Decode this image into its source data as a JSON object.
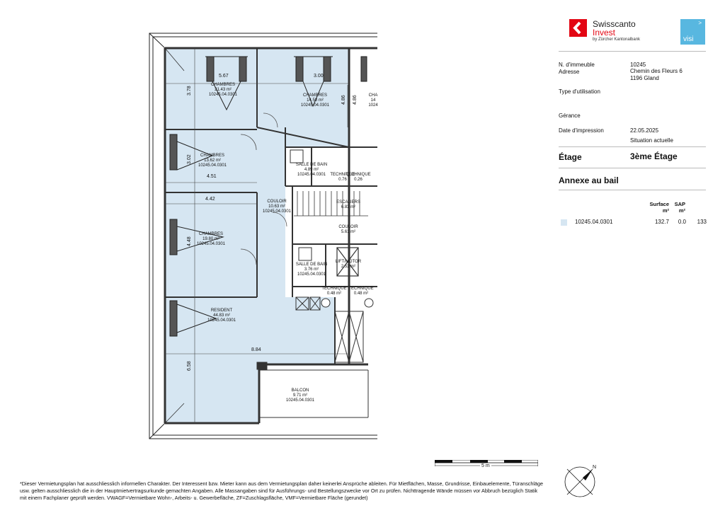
{
  "logo": {
    "brand_line1": "Swisscanto",
    "brand_line2": "Invest",
    "brand_sub": "by Zürcher Kantonalbank",
    "visi_label": "visi",
    "visi_arrow": ">"
  },
  "info": {
    "building_label": "N. d'immeuble",
    "building_value": "10245",
    "address_label": "Adresse",
    "address_line1": "Chemin des Fleurs 6",
    "address_line2": "1196 Gland",
    "usage_label": "Type d'utilisation",
    "management_label": "Gérance",
    "print_date_label": "Date d'impression",
    "print_date_value": "22.05.2025",
    "situation_value": "Situation actuelle",
    "floor_label": "Étage",
    "floor_value": "3ème Étage",
    "annex_title": "Annexe au bail"
  },
  "table": {
    "col_surface": "Surface",
    "col_surface_unit": "m²",
    "col_sap": "SAP",
    "col_sap_unit": "m²",
    "rows": [
      {
        "id": "10245.04.0301",
        "surface": "132.7",
        "sap": "0.0",
        "extra": "133",
        "color": "#d6e6f2"
      }
    ]
  },
  "plan": {
    "rooms": [
      {
        "name": "CHAMBRES",
        "area": "21.43 m²",
        "ref": "10245.04.0301"
      },
      {
        "name": "CHAMBRES",
        "area": "14.58 m²",
        "ref": "10245.04.0301"
      },
      {
        "name": "CHA",
        "area": "14",
        "ref": "1024"
      },
      {
        "name": "CHAMBRES",
        "area": "13.62 m²",
        "ref": "10245.04.0301"
      },
      {
        "name": "SALLE DE BAIN",
        "area": "4.89 m²",
        "ref": "10245.04.0301"
      },
      {
        "name": "TECHNIQUE",
        "area": "0.76",
        "ref": ""
      },
      {
        "name": "TECHNIQUE",
        "area": "0.26",
        "ref": ""
      },
      {
        "name": "COULOIR",
        "area": "10.63 m²",
        "ref": "10245.04.0301"
      },
      {
        "name": "ESCALIERS",
        "area": "6.83 m²",
        "ref": ""
      },
      {
        "name": "COULOIR",
        "area": "5.61 m²",
        "ref": ""
      },
      {
        "name": "CHAMBRES",
        "area": "19.80 m²",
        "ref": "10245.04.0301"
      },
      {
        "name": "SALLE DE BAIN",
        "area": "3.76 m²",
        "ref": "10245.04.0301"
      },
      {
        "name": "LIFT/MOTOR",
        "area": "2.53 m²",
        "ref": ""
      },
      {
        "name": "TECHNIQUE",
        "area": "0.48 m²",
        "ref": ""
      },
      {
        "name": "TECHNIQUE",
        "area": "0.48 m²",
        "ref": ""
      },
      {
        "name": "RESIDENT",
        "area": "44.83 m²",
        "ref": "10245.04.0301"
      },
      {
        "name": "BALCON",
        "area": "9.71 m²",
        "ref": "10245.04.0301"
      }
    ],
    "dims": [
      "5.67",
      "3.00",
      "3.78",
      "4.86",
      "4.86",
      "3.02",
      "4.51",
      "4.42",
      "4.48",
      "8.84",
      "6.58"
    ]
  },
  "scale_label": "5 m",
  "disclaimer": "*Dieser Vermietungsplan hat ausschliesslich informellen Charakter. Der Interessent bzw. Mieter kann aus dem Vermietungsplan daher keinerlei Ansprüche ableiten. Für Mietflächen, Masse, Grundrisse, Einbauelemente, Türanschläge usw. gelten ausschliesslich die in der Hauptmietvertragsurkunde gemachten Angaben. Alle Massangaben sind für Ausführungs- und Bestellungszwecke vor Ort zu prüfen. Nichttragende Wände müssen vor Abbruch bezüglich Statik mit einem Fachplaner geprüft werden. VWAGF=Vermietbare Wohn-, Arbeits- u. Gewerbefläche, ZF=Zuschlagsfläche, VMF=Vermietbare Fläche (gerundet)"
}
